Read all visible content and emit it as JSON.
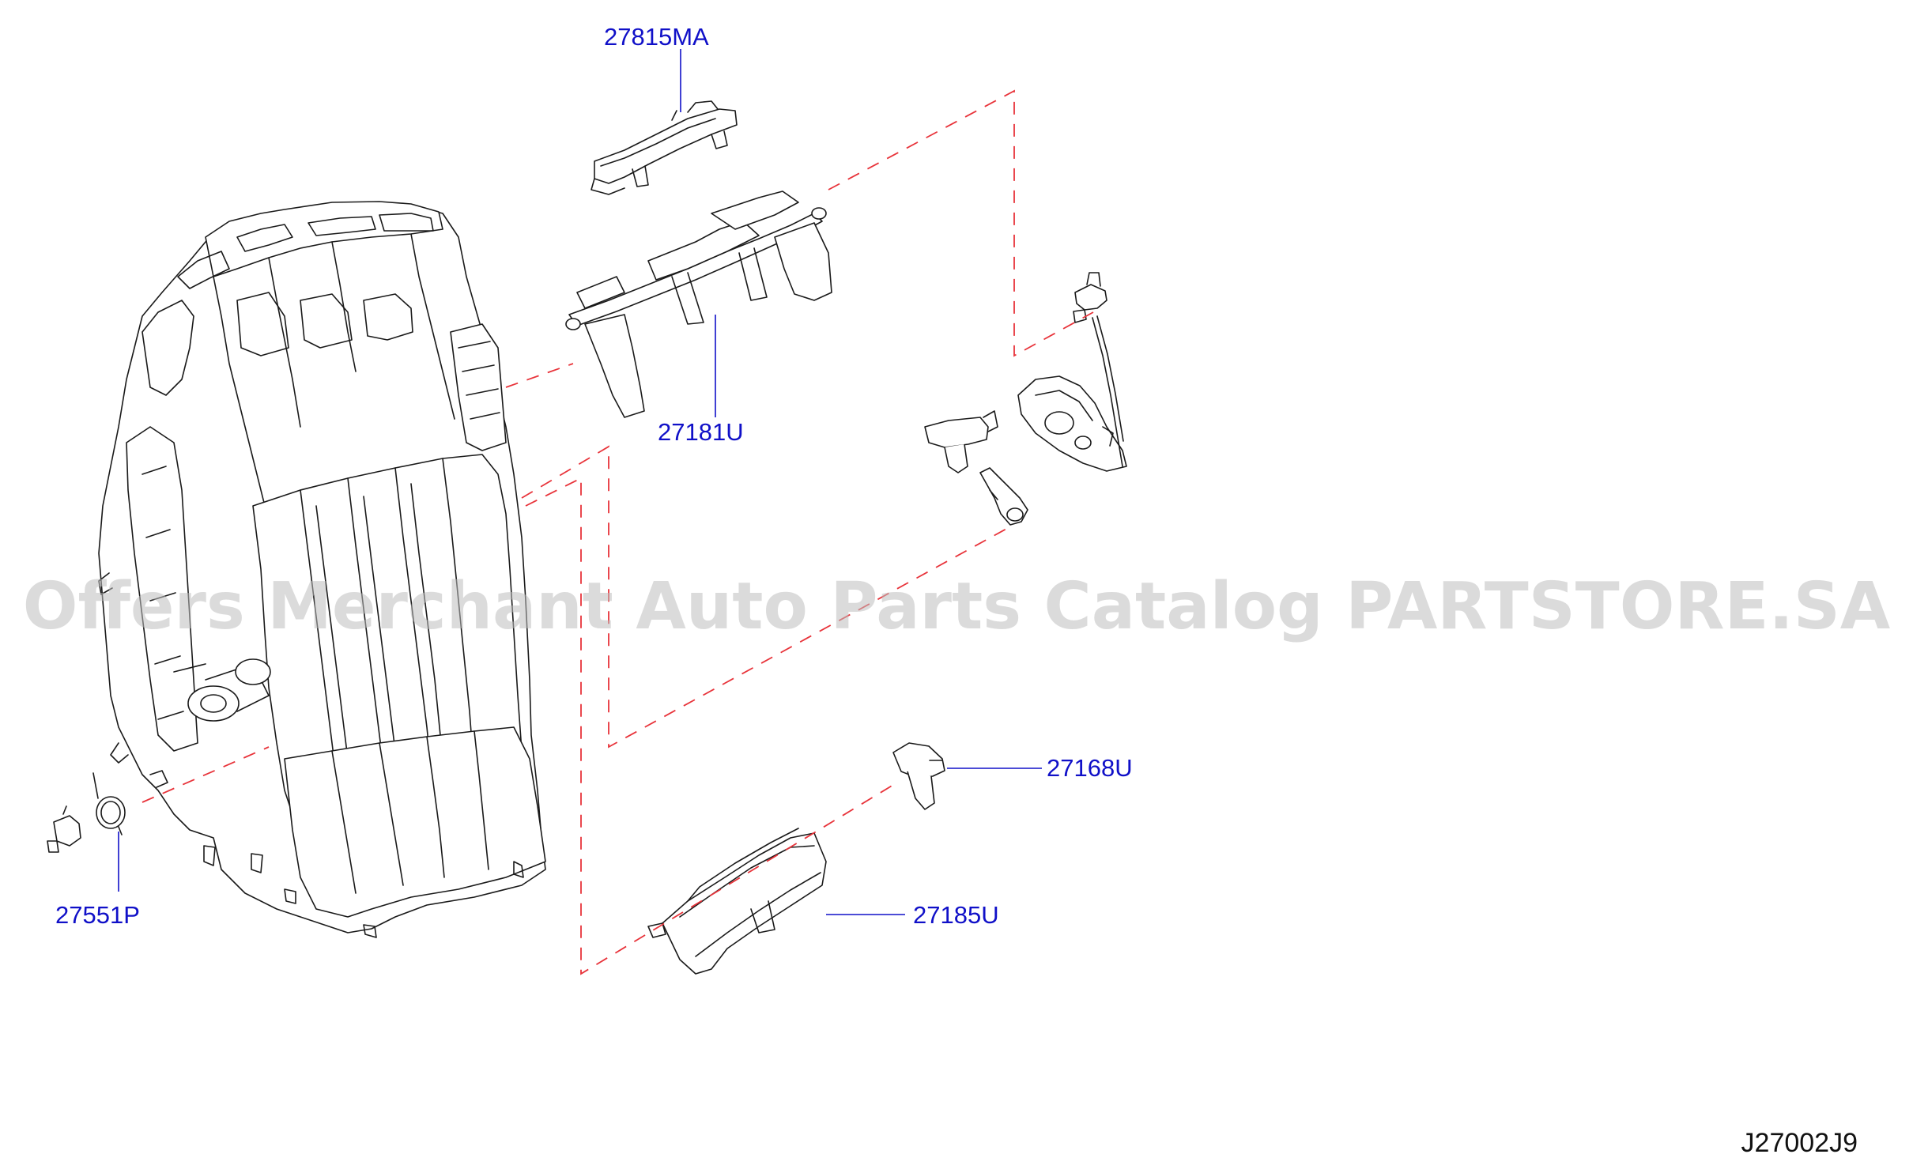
{
  "callouts": {
    "c27815MA": "27815MA",
    "c27181U": "27181U",
    "c27168U": "27168U",
    "c27185U": "27185U",
    "c27551P": "27551P"
  },
  "diagram_code": "J27002J9",
  "watermark": "Offers Merchant Auto Parts Catalog PARTSTORE.SA",
  "colors": {
    "callout_text": "#1010c8",
    "dashed_lines": "#e8333a",
    "line_art": "#1a1a1a"
  }
}
